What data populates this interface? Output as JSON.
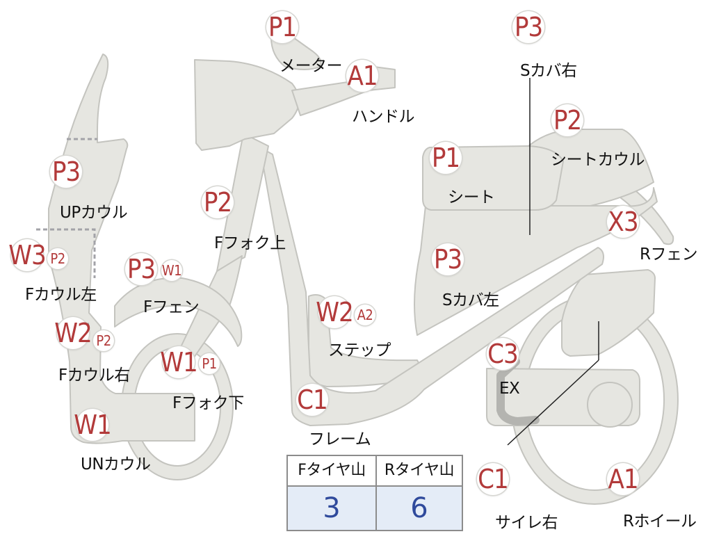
{
  "colors": {
    "part_fill": "#e6e6e1",
    "part_stroke": "#c4c4bf",
    "code_red": "#b23a3a",
    "value_blue": "#2f4a9c"
  },
  "parts": [
    {
      "code": "P1",
      "name": "メーター"
    },
    {
      "code": "A1",
      "name": "ハンドル"
    },
    {
      "code": "P3",
      "name": "Sカバ右"
    },
    {
      "code": "P2",
      "name": "シートカウル"
    },
    {
      "code": "P1",
      "name": "シート"
    },
    {
      "code": "X3",
      "name": "Rフェン"
    },
    {
      "code": "P3",
      "name": "Sカバ左"
    },
    {
      "code": "P3",
      "name": "UPカウル"
    },
    {
      "code": "P2",
      "name": "Fフォク上"
    },
    {
      "code": "W3",
      "code2": "P2",
      "name": "Fカウル左"
    },
    {
      "code": "P3",
      "code2": "W1",
      "name": "Fフェン"
    },
    {
      "code": "W2",
      "code2": "A2",
      "name": "ステップ"
    },
    {
      "code": "W2",
      "code2": "P2",
      "name": "Fカウル右"
    },
    {
      "code": "W1",
      "code2": "P1",
      "name": "Fフォク下"
    },
    {
      "code": "C3",
      "name": "EX"
    },
    {
      "code": "C1",
      "name": "フレーム"
    },
    {
      "code": "W1",
      "name": "UNカウル"
    },
    {
      "code": "C1",
      "name": "サイレ右"
    },
    {
      "code": "A1",
      "name": "Rホイール"
    }
  ],
  "tire_table": {
    "headers": [
      "Fタイヤ山",
      "Rタイヤ山"
    ],
    "values": [
      "3",
      "6"
    ]
  }
}
